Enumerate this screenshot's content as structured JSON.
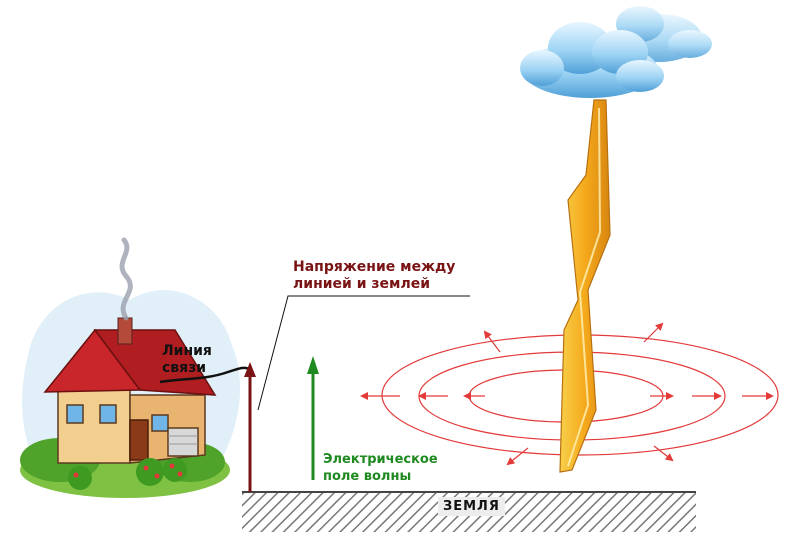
{
  "labels": {
    "voltage": [
      "Напряжение между",
      "линией и землей"
    ],
    "comm_line": [
      "Линия",
      "связи"
    ],
    "field": [
      "Электрическое",
      "поле волны"
    ],
    "ground": "ЗЕМЛЯ"
  },
  "colors": {
    "voltage_arrow": "#7a1414",
    "field_arrow": "#1f8a1f",
    "field_rings": "#e33a3a",
    "lightning": "#f2b51c",
    "cloud": "#8ccbf0",
    "ground_hatch": "#777777"
  },
  "icons": {
    "house": "house-icon",
    "cloud": "cloud-icon",
    "lightning": "lightning-bolt-icon"
  }
}
